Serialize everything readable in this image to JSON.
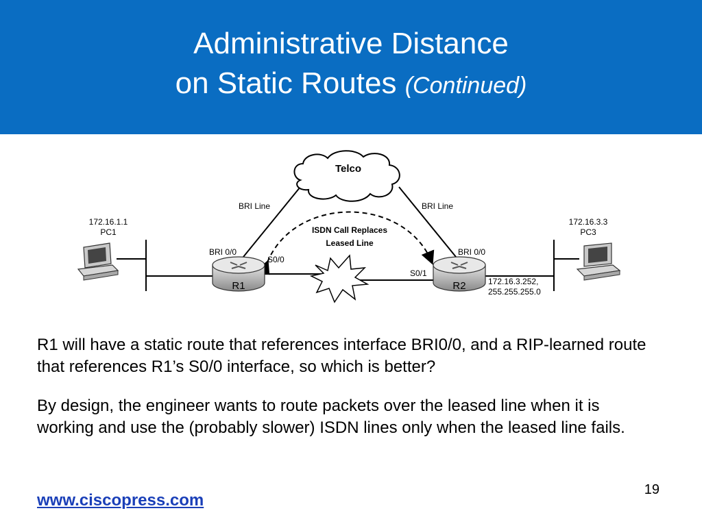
{
  "slide": {
    "title_line1": "Administrative Distance",
    "title_line2": "on Static Routes",
    "title_continued": "(Continued)",
    "page_number": "19",
    "footer_link": "www.ciscopress.com"
  },
  "diagram": {
    "cloud_label": "Telco",
    "bri_line_left": "BRI Line",
    "bri_line_right": "BRI Line",
    "isdn_label_1": "ISDN Call Replaces",
    "isdn_label_2": "Leased Line",
    "pc1_ip": "172.16.1.1",
    "pc1_name": "PC1",
    "pc3_ip": "172.16.3.3",
    "pc3_name": "PC3",
    "r1_bri": "BRI 0/0",
    "r1_serial": "S0/0",
    "r1_name": "R1",
    "r2_bri": "BRI 0/0",
    "r2_serial": "S0/1",
    "r2_name": "R2",
    "r2_ip_1": "172.16.3.252,",
    "r2_ip_2": "255.255.255.0"
  },
  "body": {
    "paragraph1": "R1 will have a static route that references interface BRI0/0, and a RIP-learned route that references R1’s S0/0 interface, so which is better?",
    "paragraph2": "By design, the engineer wants to route packets over the leased line when it is working and use the (probably slower) ISDN lines only when the leased line fails."
  },
  "colors": {
    "header_bg": "#0a6dc2",
    "link": "#1a3fb8"
  }
}
